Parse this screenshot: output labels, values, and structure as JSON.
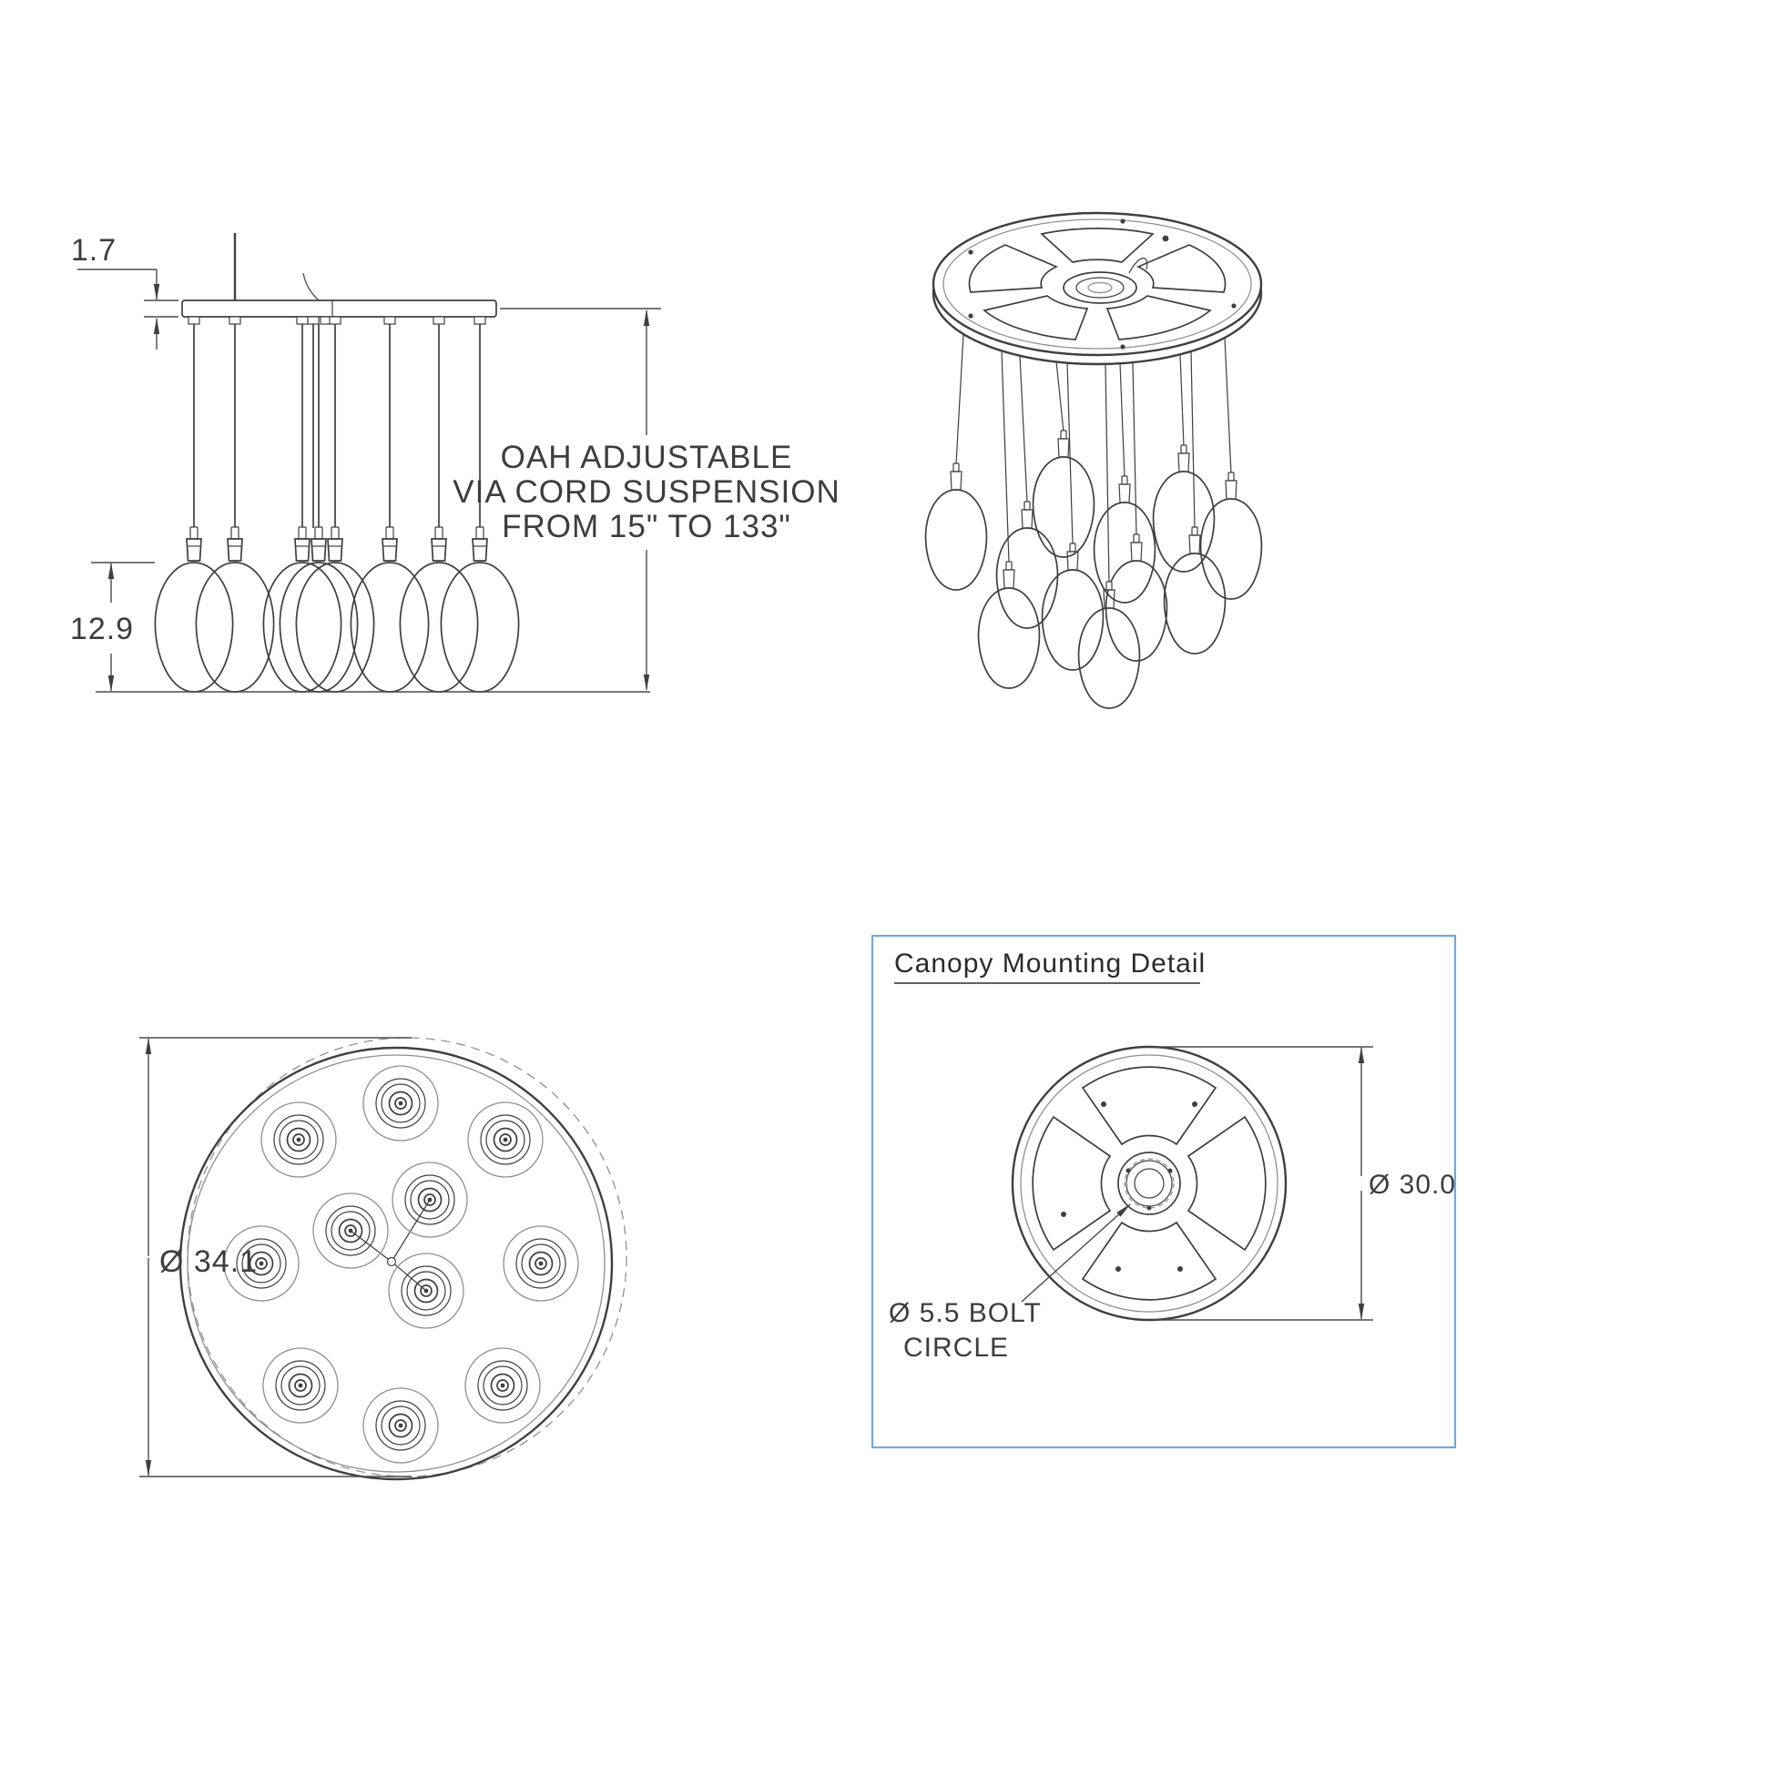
{
  "drawing": {
    "line_color": "#3f3f3f",
    "detail_box_color": "#74a7d8"
  },
  "side_view": {
    "canopy_thickness_label": "1.7",
    "glass_height_label": "12.9",
    "oah_line1": "OAH ADJUSTABLE",
    "oah_line2": "VIA CORD SUSPENSION",
    "oah_line3": "FROM 15\" TO 133\""
  },
  "plan_view": {
    "diameter_label": "Ø 34.1"
  },
  "canopy_detail": {
    "title": "Canopy Mounting Detail",
    "bolt_circle_line1": "Ø 5.5 BOLT",
    "bolt_circle_line2": "CIRCLE",
    "diameter_label": "Ø 30.0"
  }
}
